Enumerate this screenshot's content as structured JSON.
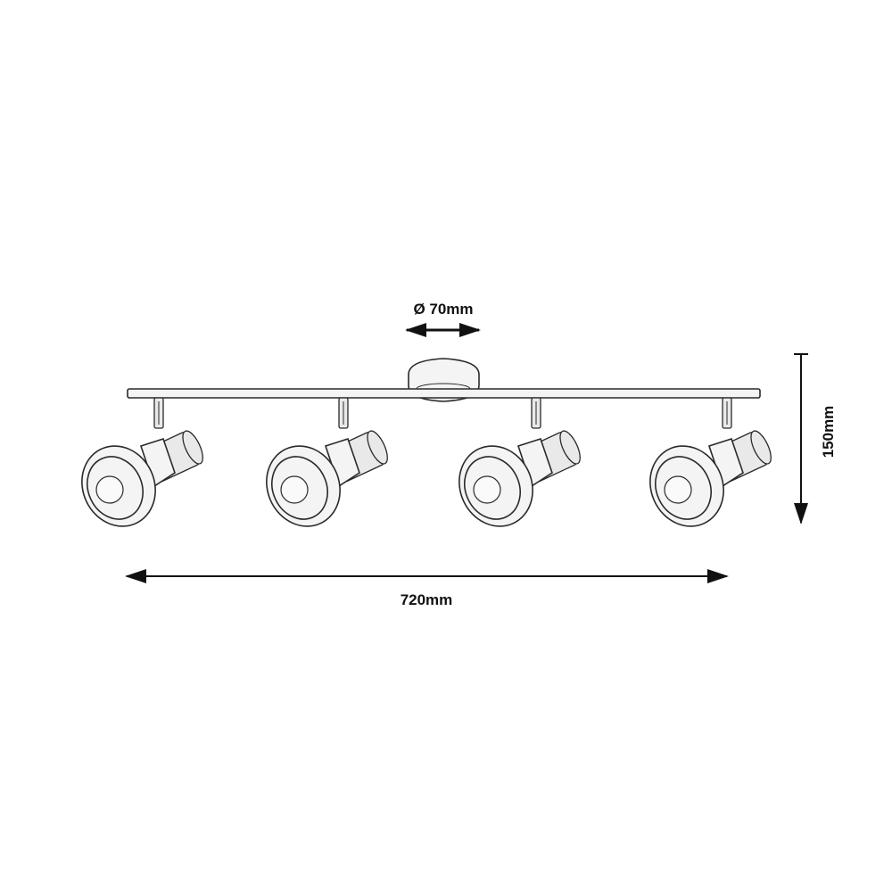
{
  "dimensions": {
    "diameter_label": "Ø 70mm",
    "width_label": "720mm",
    "height_label": "150mm"
  },
  "spotlight_count": 4
}
